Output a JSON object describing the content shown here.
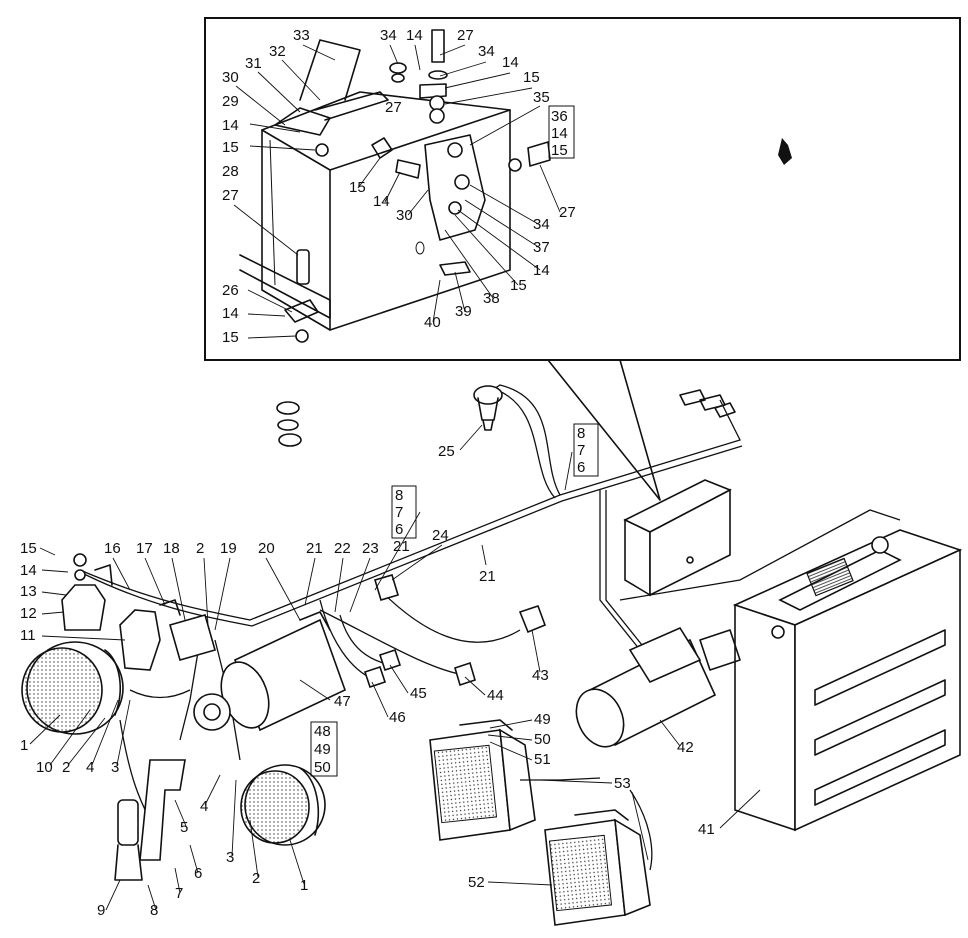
{
  "labels": {
    "inset": [
      "33",
      "34",
      "14",
      "27",
      "34",
      "14",
      "15",
      "32",
      "31",
      "30",
      "27",
      "29",
      "14",
      "15",
      "28",
      "35",
      "36",
      "14",
      "15",
      "27",
      "34",
      "37",
      "14",
      "15",
      "38",
      "39",
      "40",
      "27",
      "26",
      "14",
      "15",
      "15",
      "14",
      "30"
    ],
    "main": [
      "25",
      "8",
      "7",
      "6",
      "8",
      "7",
      "6",
      "21",
      "24",
      "21",
      "15",
      "16",
      "17",
      "18",
      "2",
      "19",
      "20",
      "21",
      "22",
      "23",
      "14",
      "13",
      "12",
      "11",
      "47",
      "45",
      "46",
      "44",
      "43",
      "42",
      "41",
      "1",
      "10",
      "2",
      "4",
      "3",
      "48",
      "49",
      "50",
      "49",
      "50",
      "51",
      "53",
      "5",
      "4",
      "3",
      "2",
      "1",
      "9",
      "8",
      "7",
      "6",
      "52"
    ]
  }
}
